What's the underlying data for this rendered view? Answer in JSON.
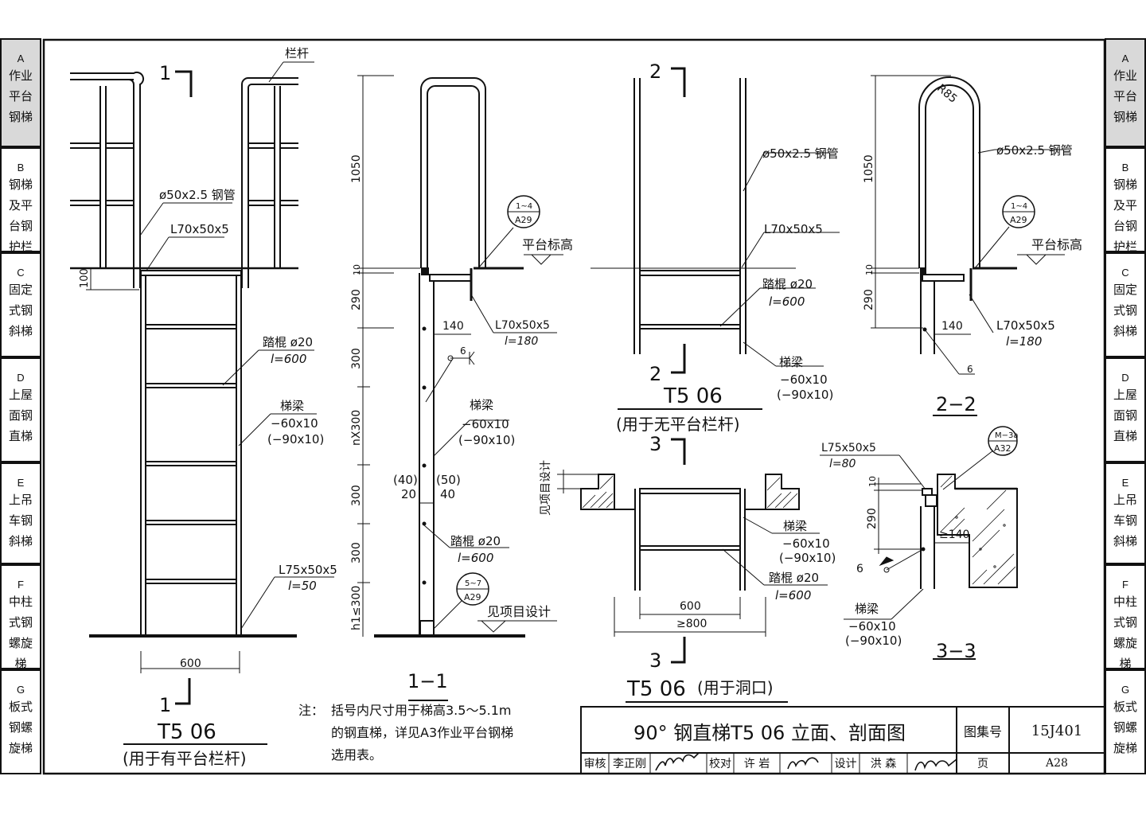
{
  "side_tabs": [
    {
      "letter": "A",
      "text": "作业\n平台\n钢梯"
    },
    {
      "letter": "B",
      "text": "钢梯\n及平\n台钢\n护栏"
    },
    {
      "letter": "C",
      "text": "固定\n式钢\n斜梯"
    },
    {
      "letter": "D",
      "text": "上屋\n面钢\n直梯"
    },
    {
      "letter": "E",
      "text": "上吊\n车钢\n斜梯"
    },
    {
      "letter": "F",
      "text": "中柱\n式钢\n螺旋\n梯"
    },
    {
      "letter": "G",
      "text": "板式\n钢螺\n旋梯"
    }
  ],
  "view1": {
    "railing": "栏杆",
    "pipe": "ø50x2.5 钢管",
    "angle_top": "L70x50x5",
    "dim_100": "100",
    "rung": "踏棍 ø20",
    "rung_len": "l=600",
    "beam": "梯梁",
    "beam_size": "−60x10",
    "beam_size_alt": "(−90x10)",
    "angle_bottom": "L75x50x5",
    "angle_bottom_len": "l=50",
    "width": "600",
    "section_mark": "1",
    "title": "T5 06",
    "subtitle": "(用于有平台栏杆)"
  },
  "view11": {
    "dims": [
      "1050",
      "10",
      "290",
      "300",
      "nX300",
      "300",
      "300",
      "h1≤300"
    ],
    "ref_top": "1~4",
    "ref_top_sheet": "A29",
    "platform": "平台标高",
    "dim_140": "140",
    "angle": "L70x50x5",
    "angle_len": "l=180",
    "weld": "6",
    "beam": "梯梁",
    "beam_size": "−60x10",
    "beam_size_alt": "(−90x10)",
    "gap_left": "(40)",
    "gap_left2": "20",
    "gap_right": "(50)",
    "gap_right2": "40",
    "rung": "踏棍 ø20",
    "rung_len": "l=600",
    "ref_bottom": "5~7",
    "ref_bottom_sheet": "A29",
    "see_project": "见项目设计",
    "title": "1−1"
  },
  "view2": {
    "section_mark": "2",
    "pipe": "ø50x2.5 钢管",
    "angle": "L70x50x5",
    "rung": "踏棍 ø20",
    "rung_len": "l=600",
    "beam": "梯梁",
    "beam_size": "−60x10",
    "beam_size_alt": "(−90x10)",
    "title": "T5 06",
    "subtitle": "(用于无平台栏杆)"
  },
  "view22": {
    "radius": "R85",
    "pipe": "ø50x2.5 钢管",
    "dims": [
      "1050",
      "10",
      "290"
    ],
    "ref": "1~4",
    "ref_sheet": "A29",
    "platform": "平台标高",
    "dim_140": "140",
    "angle": "L70x50x5",
    "angle_len": "l=180",
    "weld": "6",
    "title": "2−2"
  },
  "view3": {
    "section_mark": "3",
    "see_project": "见项目设计",
    "beam": "梯梁",
    "beam_size": "−60x10",
    "beam_size_alt": "(−90x10)",
    "rung": "踏棍 ø20",
    "rung_len": "l=600",
    "width": "600",
    "opening": "≥800",
    "title": "T5 06",
    "subtitle": "(用于洞口)"
  },
  "view33": {
    "angle": "L75x50x5",
    "angle_len": "l=80",
    "ref": "M−3a",
    "ref_sheet": "A32",
    "dims": [
      "10",
      "290"
    ],
    "dim_140": "≥140",
    "weld": "6",
    "beam": "梯梁",
    "beam_size": "−60x10",
    "beam_size_alt": "(−90x10)",
    "title": "3−3"
  },
  "note": {
    "label": "注：",
    "line1": "括号内尺寸用于梯高3.5～5.1m",
    "line2": "的钢直梯，详见A3作业平台钢梯",
    "line3": "选用表。"
  },
  "title_block": {
    "title": "90° 钢直梯T5 06 立面、剖面图",
    "atlas_label": "图集号",
    "atlas_no": "15J401",
    "review_label": "审核",
    "reviewer": "李正刚",
    "check_label": "校对",
    "checker": "许  岩",
    "design_label": "设计",
    "designer": "洪  森",
    "page_label": "页",
    "page_no": "A28"
  }
}
